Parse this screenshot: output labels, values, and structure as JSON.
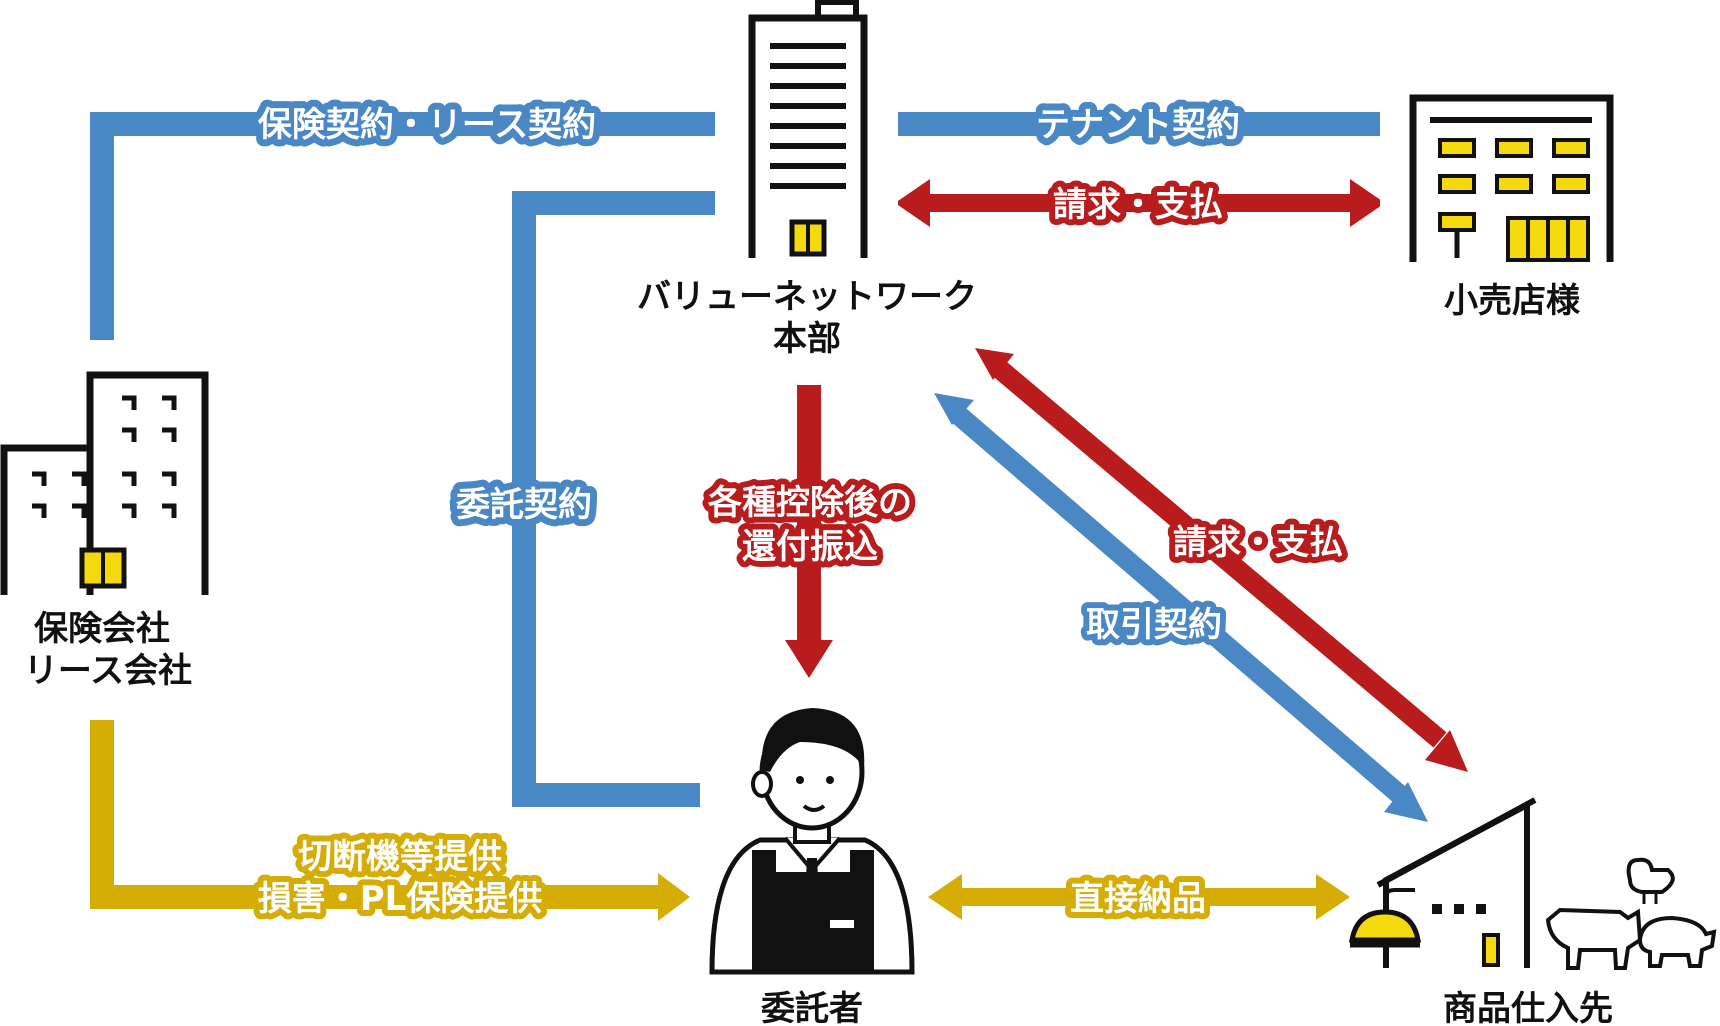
{
  "colors": {
    "contract_blue": "#4a87c5",
    "payment_red": "#b81c1c",
    "support_yellow": "#d6ac06",
    "building_yellow": "#f5d90f",
    "ink": "#111111"
  },
  "nodes": {
    "hq": {
      "line1": "バリューネットワーク",
      "line2": "本部",
      "icon": "office-tower-icon"
    },
    "retailer": {
      "label": "小売店様",
      "icon": "store-building-icon"
    },
    "insurer": {
      "line1": "保険会社",
      "line2": "リース会社",
      "icon": "company-building-icon"
    },
    "consignee": {
      "label": "委託者",
      "icon": "person-in-apron-icon"
    },
    "supplier": {
      "label": "商品仕入先",
      "icon": "farm-livestock-icon"
    }
  },
  "edges": {
    "insurance_lease_contract": "保険契約・リース契約",
    "tenant_contract": "テナント契約",
    "billing_payment_top": "請求・支払",
    "consignment_contract": "委託契約",
    "refund_transfer_line1": "各種控除後の",
    "refund_transfer_line2": "還付振込",
    "billing_payment_diag": "請求・支払",
    "trade_contract": "取引契約",
    "equipment_line1": "切断機等提供",
    "equipment_line2": "損害・PL保険提供",
    "direct_delivery": "直接納品"
  }
}
